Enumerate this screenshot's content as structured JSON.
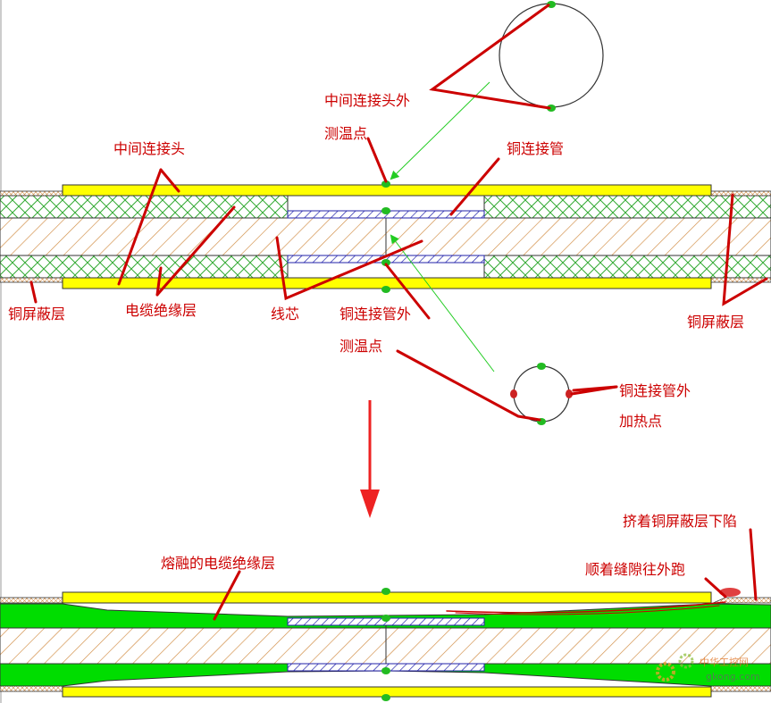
{
  "colors": {
    "label": "#cc0000",
    "joint_sleeve": "#ffff00",
    "insulation_hatch": "#33aa33",
    "core_hatch": "#d08a40",
    "connector_hatch": "#2222aa",
    "melted_insulation": "#00dd00",
    "arrow": "#ee2222",
    "pointer": "#22cc22",
    "dot": "#22bb22"
  },
  "top": {
    "labels": {
      "joint_outer_point_1": "中间连接头外",
      "joint_outer_point_2": "测温点",
      "middle_joint": "中间连接头",
      "copper_connector": "铜连接管",
      "shield_left": "铜屏蔽层",
      "cable_insulation": "电缆绝缘层",
      "core": "线芯",
      "connector_outer_point_1": "铜连接管外",
      "connector_outer_point_2": "测温点",
      "shield_right": "铜屏蔽层",
      "heating_point_1": "铜连接管外",
      "heating_point_2": "加热点"
    }
  },
  "bottom": {
    "labels": {
      "shield_sink": "挤着铜屏蔽层下陷",
      "melted": "熔融的电缆绝缘层",
      "gap_flow": "顺着缝隙往外跑"
    }
  },
  "watermark": {
    "name": "中华工控网",
    "url": "gkong.com"
  }
}
